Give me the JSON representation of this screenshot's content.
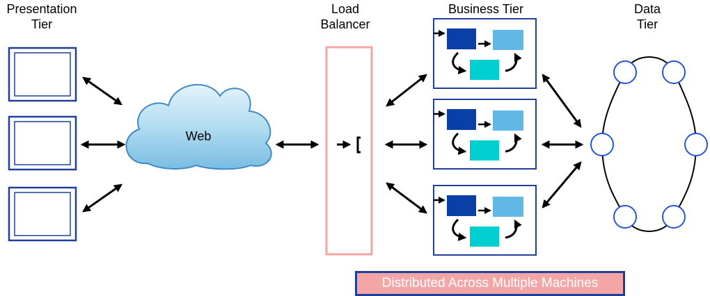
{
  "tiers": {
    "presentation": {
      "line1": "Presentation",
      "line2": "Tier"
    },
    "load_balancer": {
      "line1": "Load",
      "line2": "Balancer"
    },
    "business": {
      "title": "Business Tier"
    },
    "data": {
      "line1": "Data",
      "line2": "Tier"
    }
  },
  "cloud": {
    "label": "Web"
  },
  "banner": {
    "text": "Distributed Across Multiple Machines"
  },
  "colors": {
    "frame_blue": "#1f3f9a",
    "lb_pink": "#f4a6a6",
    "block_dark": "#0a3fa8",
    "block_light": "#62b8e4",
    "block_cyan": "#00cfd0",
    "node_blue": "#2255d8"
  }
}
